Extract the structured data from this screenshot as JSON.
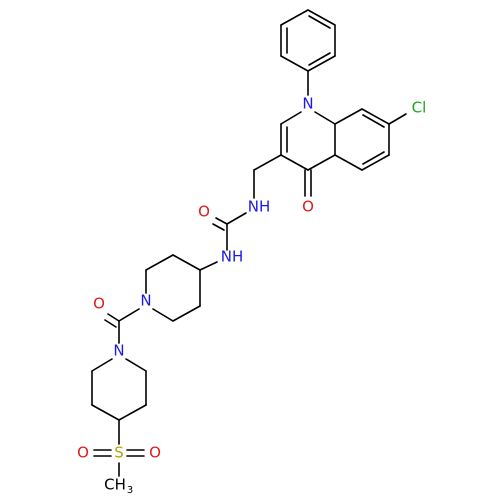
{
  "atoms": {
    "n1": {
      "label": "N",
      "color": "#1a1ae6"
    },
    "cl": {
      "label": "Cl",
      "color": "#1fa31f"
    },
    "o_ketone": {
      "label": "O",
      "color": "#e01a1a"
    },
    "nh_urea_upper": {
      "label": "NH",
      "color": "#1a1ae6"
    },
    "o_urea": {
      "label": "O",
      "color": "#e01a1a"
    },
    "nh_urea_lower": {
      "label": "NH",
      "color": "#1a1ae6"
    },
    "n_pip1": {
      "label": "N",
      "color": "#1a1ae6"
    },
    "o_amide": {
      "label": "O",
      "color": "#e01a1a"
    },
    "n_pip2": {
      "label": "N",
      "color": "#1a1ae6"
    },
    "s": {
      "label": "S",
      "color": "#b3a300"
    },
    "o_s_left": {
      "label": "O",
      "color": "#e01a1a"
    },
    "o_s_right": {
      "label": "O",
      "color": "#e01a1a"
    },
    "ch3_main": {
      "label": "CH",
      "color": "#000000"
    },
    "ch3_sub": {
      "label": "3",
      "color": "#000000"
    }
  }
}
